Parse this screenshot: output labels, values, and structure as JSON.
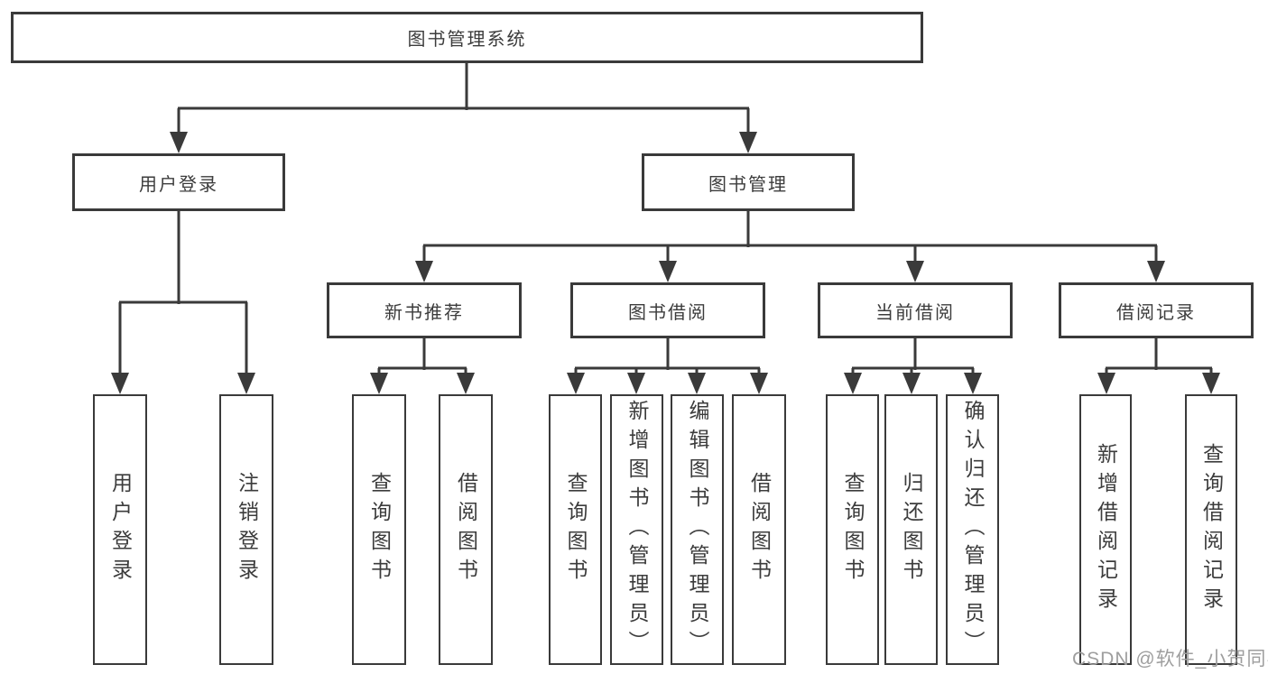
{
  "nodes": {
    "root": "图书管理系统",
    "level2": [
      "用户登录",
      "图书管理"
    ],
    "level3": [
      "新书推荐",
      "图书借阅",
      "当前借阅",
      "借阅记录"
    ],
    "user_login_children": [
      "用户登录",
      "注销登录"
    ],
    "new_book_children": [
      "查询图书",
      "借阅图书"
    ],
    "book_borrow_children": [
      "查询图书",
      "新增图书（管理员）",
      "编辑图书（管理员）",
      "借阅图书"
    ],
    "current_borrow_children": [
      "查询图书",
      "归还图书",
      "确认归还（管理员）"
    ],
    "borrow_record_children": [
      "新增借阅记录",
      "查询借阅记录"
    ]
  },
  "watermark": "CSDN @软件_小贺同学",
  "colors": {
    "line": "#3a3a3a",
    "box_background": "#ffffff",
    "text": "#3c3c3c",
    "watermark": "#9e9e9e"
  }
}
